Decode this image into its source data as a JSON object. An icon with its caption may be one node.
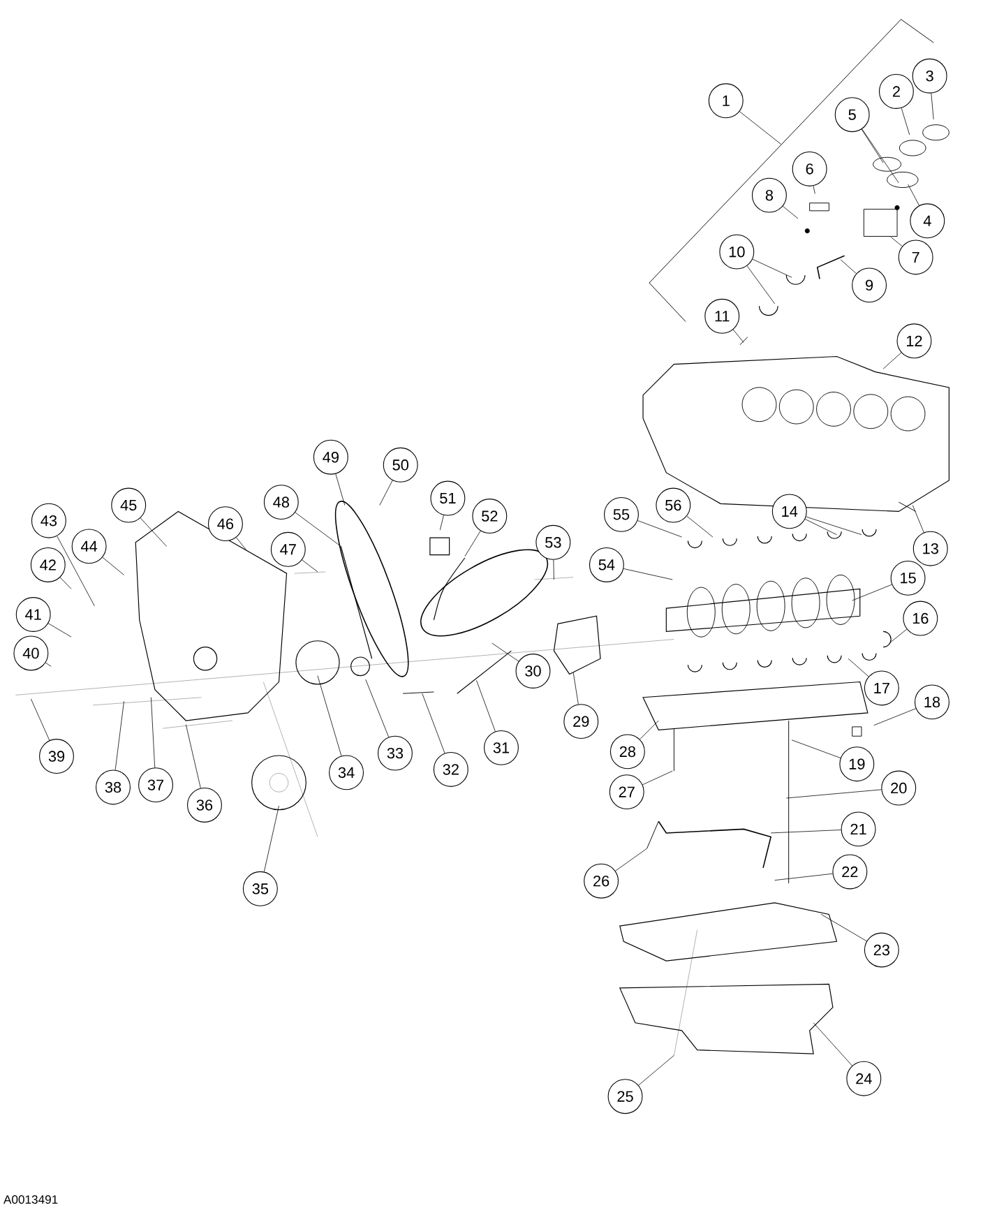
{
  "diagram": {
    "nodes": [
      {
        "text": [
          "1"
        ]
      },
      {
        "text": [
          "2"
        ]
      },
      {
        "text": [
          "3"
        ]
      },
      {
        "text": [
          "4"
        ]
      },
      {
        "text": [
          "5"
        ]
      },
      {
        "text": [
          "6"
        ]
      },
      {
        "text": [
          "7"
        ]
      },
      {
        "text": [
          "8"
        ]
      },
      {
        "text": [
          "9"
        ]
      },
      {
        "text": [
          "10"
        ]
      },
      {
        "text": [
          "11"
        ]
      },
      {
        "text": [
          "12"
        ]
      },
      {
        "text": [
          "13"
        ]
      },
      {
        "text": [
          "14"
        ]
      },
      {
        "text": [
          "15"
        ]
      },
      {
        "text": [
          "16"
        ]
      },
      {
        "text": [
          "17"
        ]
      },
      {
        "text": [
          "18"
        ]
      },
      {
        "text": [
          "19"
        ]
      },
      {
        "text": [
          "20"
        ]
      },
      {
        "text": [
          "21"
        ]
      },
      {
        "text": [
          "22"
        ]
      },
      {
        "text": [
          "23"
        ]
      },
      {
        "text": [
          "24"
        ]
      },
      {
        "text": [
          "25"
        ]
      },
      {
        "text": [
          "26"
        ]
      },
      {
        "text": [
          "27"
        ]
      },
      {
        "text": [
          "28"
        ]
      },
      {
        "text": [
          "29"
        ]
      },
      {
        "text": [
          "30"
        ]
      },
      {
        "text": [
          "31"
        ]
      },
      {
        "text": [
          "32"
        ]
      },
      {
        "text": [
          "33"
        ]
      },
      {
        "text": [
          "34"
        ]
      },
      {
        "text": [
          "35"
        ]
      },
      {
        "text": [
          "36"
        ]
      },
      {
        "text": [
          "37"
        ]
      },
      {
        "text": [
          "38"
        ]
      },
      {
        "text": [
          "39"
        ]
      },
      {
        "text": [
          "40"
        ]
      },
      {
        "text": [
          "41"
        ]
      },
      {
        "text": [
          "42"
        ]
      },
      {
        "text": [
          "43"
        ]
      },
      {
        "text": [
          "44"
        ]
      },
      {
        "text": [
          "45"
        ]
      },
      {
        "text": [
          "46"
        ]
      },
      {
        "text": [
          "47"
        ]
      },
      {
        "text": [
          "48"
        ]
      },
      {
        "text": [
          "49"
        ]
      },
      {
        "text": [
          "50"
        ]
      },
      {
        "text": [
          "51"
        ]
      },
      {
        "text": [
          "52"
        ]
      },
      {
        "text": [
          "53"
        ]
      },
      {
        "text": [
          "54"
        ]
      },
      {
        "text": [
          "55"
        ]
      },
      {
        "text": [
          "56"
        ]
      }
    ],
    "edges": [
      {
        "from": 0,
        "to": null,
        "arrow": "none"
      },
      {
        "from": 1,
        "to": null,
        "arrow": "none"
      },
      {
        "from": 2,
        "to": null,
        "arrow": "none"
      },
      {
        "from": 3,
        "to": null,
        "arrow": "none"
      },
      {
        "from": 4,
        "to": null,
        "arrow": "none"
      },
      {
        "from": 4,
        "to": null,
        "arrow": "none"
      },
      {
        "from": 5,
        "to": null,
        "arrow": "none"
      },
      {
        "from": 6,
        "to": null,
        "arrow": "none"
      },
      {
        "from": 7,
        "to": null,
        "arrow": "none"
      },
      {
        "from": 8,
        "to": null,
        "arrow": "none"
      },
      {
        "from": 9,
        "to": null,
        "arrow": "none"
      },
      {
        "from": 9,
        "to": null,
        "arrow": "none"
      },
      {
        "from": 10,
        "to": null,
        "arrow": "none"
      },
      {
        "from": 11,
        "to": null,
        "arrow": "none"
      },
      {
        "from": 12,
        "to": null,
        "arrow": "none"
      },
      {
        "from": 13,
        "to": null,
        "arrow": "none"
      },
      {
        "from": 13,
        "to": null,
        "arrow": "none"
      },
      {
        "from": 14,
        "to": null,
        "arrow": "none"
      },
      {
        "from": 15,
        "to": null,
        "arrow": "none"
      },
      {
        "from": 16,
        "to": null,
        "arrow": "none"
      },
      {
        "from": 17,
        "to": null,
        "arrow": "none"
      },
      {
        "from": 18,
        "to": null,
        "arrow": "none"
      },
      {
        "from": 19,
        "to": null,
        "arrow": "none"
      },
      {
        "from": 20,
        "to": null,
        "arrow": "none"
      },
      {
        "from": 21,
        "to": null,
        "arrow": "none"
      },
      {
        "from": 22,
        "to": null,
        "arrow": "none"
      },
      {
        "from": 23,
        "to": null,
        "arrow": "none"
      },
      {
        "from": 24,
        "to": null,
        "arrow": "none"
      },
      {
        "from": 25,
        "to": null,
        "arrow": "none"
      },
      {
        "from": 26,
        "to": null,
        "arrow": "none"
      },
      {
        "from": 27,
        "to": null,
        "arrow": "none"
      },
      {
        "from": 28,
        "to": null,
        "arrow": "none"
      },
      {
        "from": 29,
        "to": null,
        "arrow": "none"
      },
      {
        "from": 30,
        "to": null,
        "arrow": "none"
      },
      {
        "from": 31,
        "to": null,
        "arrow": "none"
      },
      {
        "from": 32,
        "to": null,
        "arrow": "none"
      },
      {
        "from": 33,
        "to": null,
        "arrow": "none"
      },
      {
        "from": 34,
        "to": null,
        "arrow": "none"
      },
      {
        "from": 35,
        "to": null,
        "arrow": "none"
      },
      {
        "from": 36,
        "to": null,
        "arrow": "none"
      },
      {
        "from": 37,
        "to": null,
        "arrow": "none"
      },
      {
        "from": 38,
        "to": null,
        "arrow": "none"
      },
      {
        "from": 39,
        "to": null,
        "arrow": "none"
      },
      {
        "from": 40,
        "to": null,
        "arrow": "none"
      },
      {
        "from": 41,
        "to": null,
        "arrow": "none"
      },
      {
        "from": 42,
        "to": null,
        "arrow": "none"
      },
      {
        "from": 43,
        "to": null,
        "arrow": "none"
      },
      {
        "from": 44,
        "to": null,
        "arrow": "none"
      },
      {
        "from": 45,
        "to": null,
        "arrow": "none"
      },
      {
        "from": 46,
        "to": null,
        "arrow": "none"
      },
      {
        "from": 47,
        "to": null,
        "arrow": "none"
      },
      {
        "from": 48,
        "to": null,
        "arrow": "none"
      },
      {
        "from": 49,
        "to": null,
        "arrow": "none"
      },
      {
        "from": 50,
        "to": null,
        "arrow": "none"
      },
      {
        "from": 51,
        "to": null,
        "arrow": "none"
      },
      {
        "from": 52,
        "to": null,
        "arrow": "none"
      },
      {
        "from": 53,
        "to": null,
        "arrow": "none"
      },
      {
        "from": 54,
        "to": null,
        "arrow": "none"
      },
      {
        "from": 55,
        "to": null,
        "arrow": "none"
      }
    ],
    "labels": [
      "A0013491"
    ]
  }
}
